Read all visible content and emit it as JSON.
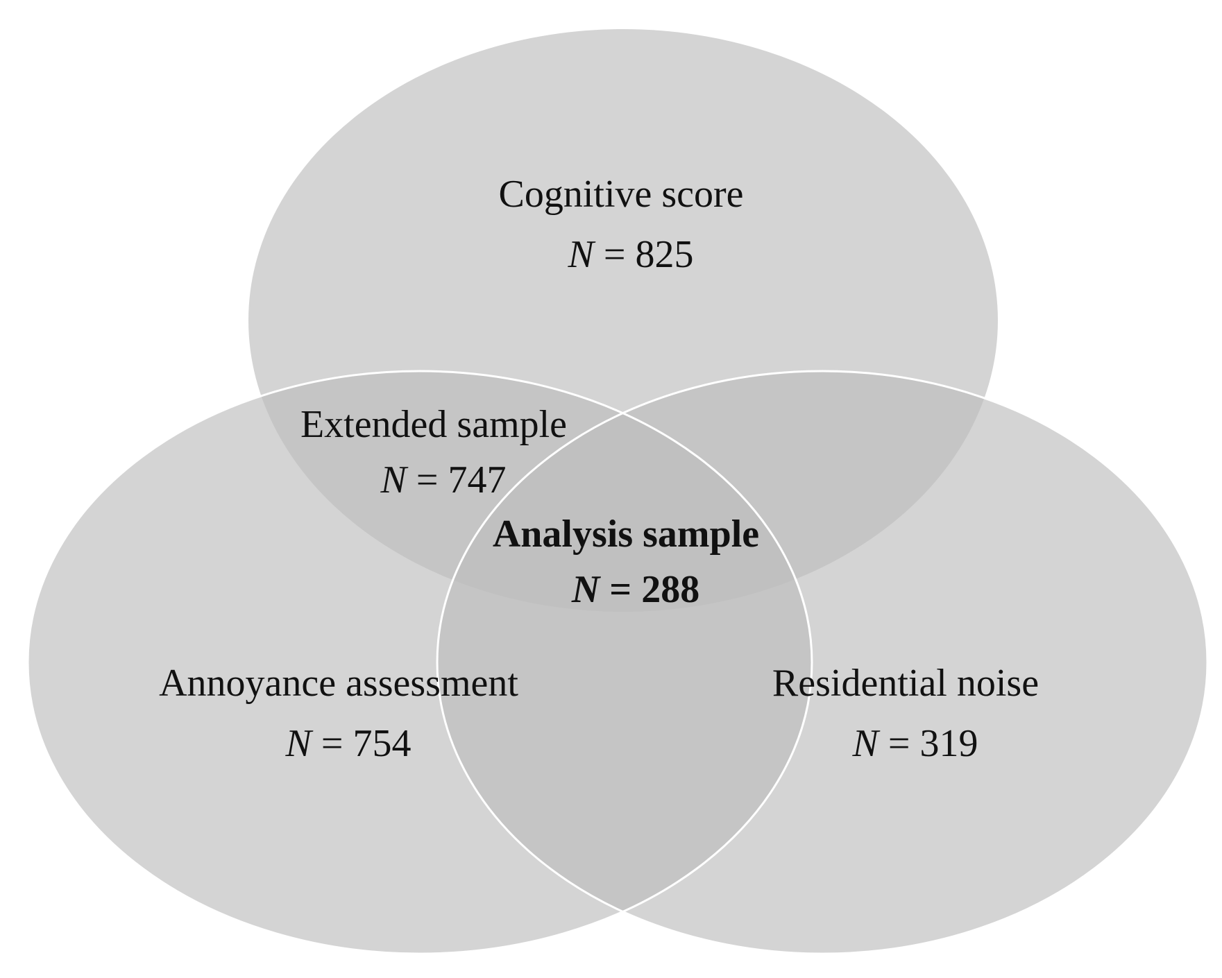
{
  "diagram": {
    "type": "venn",
    "sets": [
      {
        "id": "cognitive",
        "label": "Cognitive score",
        "count_text": "825"
      },
      {
        "id": "annoyance",
        "label": "Annoyance assessment",
        "count_text": "754"
      },
      {
        "id": "noise",
        "label": "Residential noise",
        "count_text": "319"
      }
    ],
    "intersections": [
      {
        "id": "extended",
        "sets": [
          "cognitive",
          "annoyance"
        ],
        "label": "Extended sample",
        "count_text": "747"
      },
      {
        "id": "analysis",
        "sets": [
          "cognitive",
          "annoyance",
          "noise"
        ],
        "label": "Analysis sample",
        "count_text": "288",
        "emphasis": "bold"
      }
    ],
    "n_symbol": "N",
    "equals": " = "
  },
  "colors": {
    "set_fill": "#bdbdbd",
    "outline": "#ffffff",
    "text": "#111111"
  }
}
